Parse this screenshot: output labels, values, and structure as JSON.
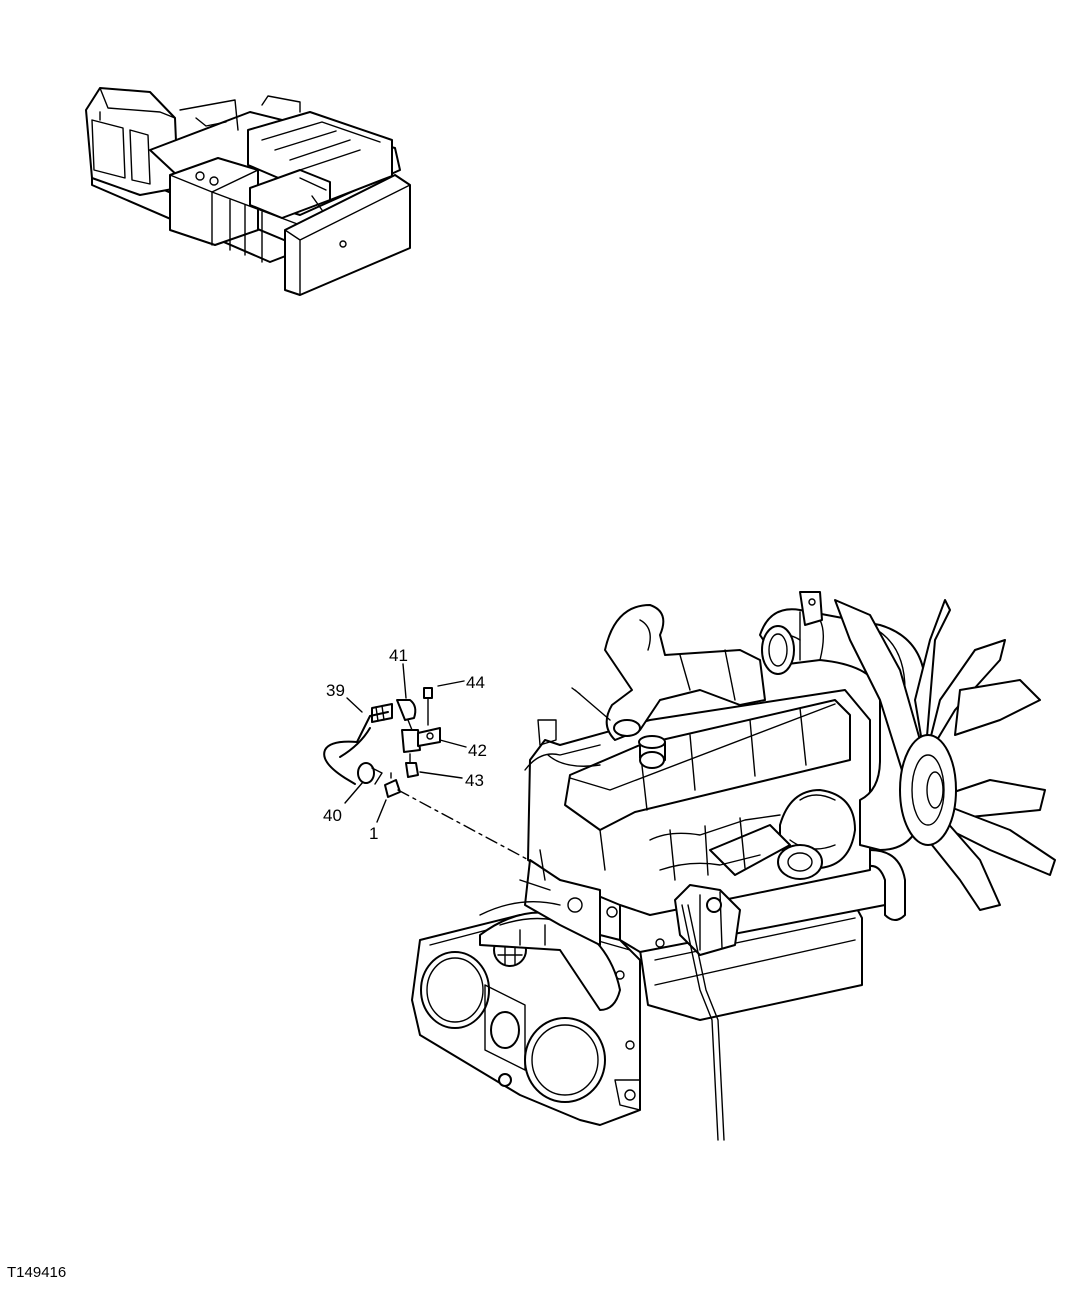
{
  "figure_id": "T149416",
  "callouts": [
    {
      "id": "c39",
      "text": "39"
    },
    {
      "id": "c41",
      "text": "41"
    },
    {
      "id": "c44",
      "text": "44"
    },
    {
      "id": "c42",
      "text": "42"
    },
    {
      "id": "c43",
      "text": "43"
    },
    {
      "id": "c40",
      "text": "40"
    },
    {
      "id": "c1",
      "text": "1"
    }
  ]
}
